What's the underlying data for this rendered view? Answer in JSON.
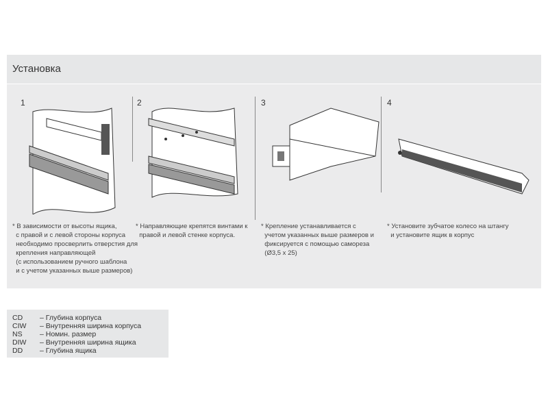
{
  "title": "Установка",
  "steps": [
    {
      "number": "1",
      "note": "* В зависимости от высоты ящика,\n  с правой и с левой стороны корпуса\n  необходимо просверлить отверстия для\n  крепления направляющей\n  (с использованием ручного шаблона\n  и с учетом указанных выше размеров)"
    },
    {
      "number": "2",
      "note": "* Направляющие крепятся винтами к\n  правой и левой стенке корпуса."
    },
    {
      "number": "3",
      "note": "* Крепление устанавливается с\n  учетом указанных выше размеров и\n  фиксируется с помощью самореза\n  (Ø3,5 x 25)"
    },
    {
      "number": "4",
      "note": "* Установите зубчатое колесо на штангу\n  и установите ящик в корпус"
    }
  ],
  "legend": [
    {
      "code": "CD",
      "text": "– Глубина корпуса"
    },
    {
      "code": "CIW",
      "text": "– Внутренняя ширина корпуса"
    },
    {
      "code": "NS",
      "text": "– Номин. размер"
    },
    {
      "code": "DIW",
      "text": "– Внутренняя ширина ящика"
    },
    {
      "code": "DD",
      "text": "– Глубина ящика"
    }
  ]
}
